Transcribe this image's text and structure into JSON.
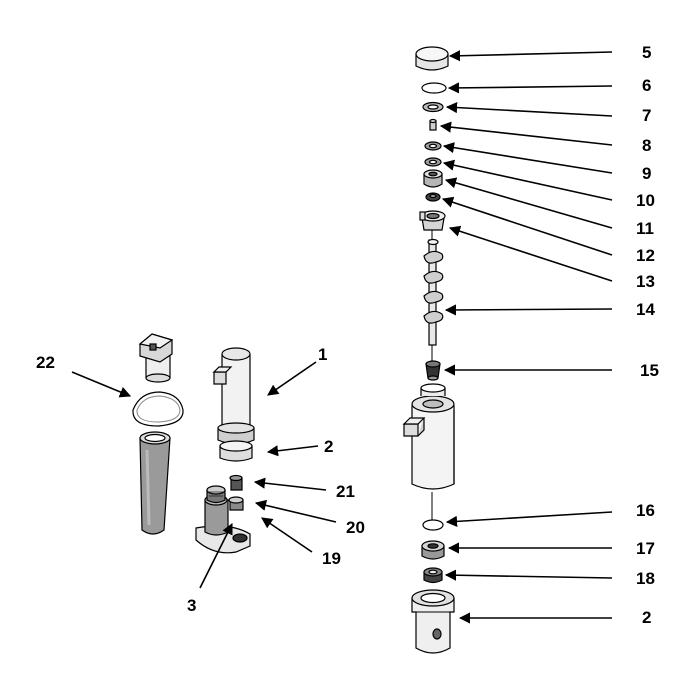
{
  "diagram": {
    "colors": {
      "ink": "#000000",
      "part_light": "#f2f2f2",
      "part_mid": "#c8c8c8",
      "part_dark": "#8a8a8a",
      "hose": "#9a9a9a"
    },
    "callouts": [
      {
        "id": "c5",
        "label": "5"
      },
      {
        "id": "c6",
        "label": "6"
      },
      {
        "id": "c7",
        "label": "7"
      },
      {
        "id": "c8",
        "label": "8"
      },
      {
        "id": "c9",
        "label": "9"
      },
      {
        "id": "c10",
        "label": "10"
      },
      {
        "id": "c11",
        "label": "11"
      },
      {
        "id": "c12",
        "label": "12"
      },
      {
        "id": "c13",
        "label": "13"
      },
      {
        "id": "c14",
        "label": "14"
      },
      {
        "id": "c15",
        "label": "15"
      },
      {
        "id": "c16",
        "label": "16"
      },
      {
        "id": "c17",
        "label": "17"
      },
      {
        "id": "c18",
        "label": "18"
      },
      {
        "id": "c2b",
        "label": "2"
      },
      {
        "id": "c1",
        "label": "1"
      },
      {
        "id": "c2a",
        "label": "2"
      },
      {
        "id": "c21",
        "label": "21"
      },
      {
        "id": "c20",
        "label": "20"
      },
      {
        "id": "c19",
        "label": "19"
      },
      {
        "id": "c3",
        "label": "3"
      },
      {
        "id": "c22",
        "label": "22"
      }
    ]
  }
}
